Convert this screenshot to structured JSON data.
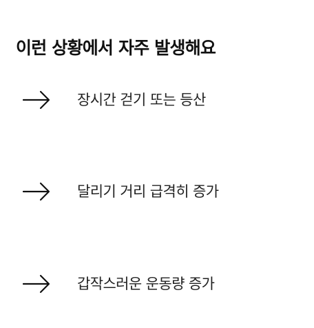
{
  "title": "이런 상황에서 자주 발생해요",
  "items": [
    {
      "icon": "arrow-right-icon",
      "label": "장시간 걷기 또는 등산"
    },
    {
      "icon": "arrow-right-icon",
      "label": "달리기 거리 급격히 증가"
    },
    {
      "icon": "arrow-right-icon",
      "label": "갑작스러운 운동량 증가"
    }
  ],
  "colors": {
    "background": "#ffffff",
    "text": "#111111",
    "arrow": "#111111"
  }
}
